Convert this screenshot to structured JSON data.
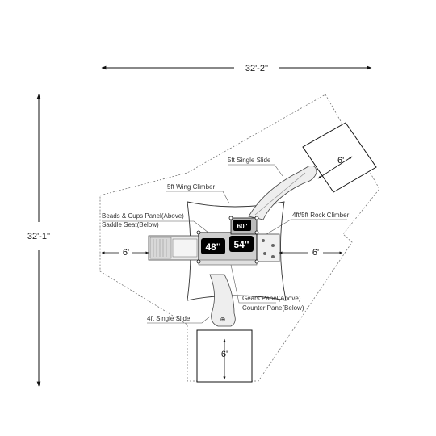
{
  "dimensions": {
    "width": "32'-2''",
    "height": "32'-1''"
  },
  "clearances": {
    "left": "6'",
    "right": "6'",
    "bottom": "6'",
    "top_right": "6'"
  },
  "deck_heights": {
    "left": "48''",
    "right": "54''",
    "top": "60''"
  },
  "labels": {
    "five_ft_slide": "5ft Single Slide",
    "wing_climber": "5ft Wing Climber",
    "beads_cups": "Beads & Cups Panel(Above)",
    "saddle_seat": "Saddle Seat(Below)",
    "rock_climber": "4ft/5ft Rock Climber",
    "gears_panel": "Gears Panel(Above)",
    "counter_panel": "Counter Pane(Below)",
    "four_ft_slide": "4ft Single Slide"
  }
}
